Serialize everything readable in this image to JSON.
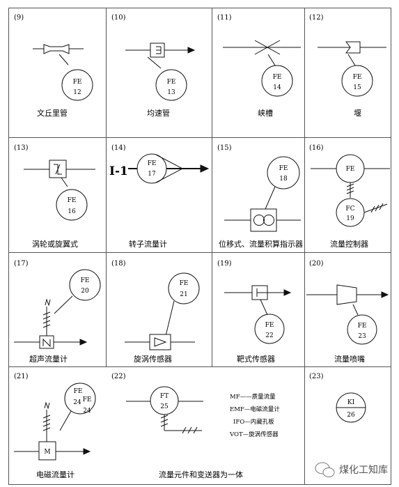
{
  "cells": [
    {
      "num": "(9)",
      "caption": "文丘里管",
      "bubble": [
        "FE",
        "12"
      ]
    },
    {
      "num": "(10)",
      "caption": "均速管",
      "bubble": [
        "FE",
        "13"
      ]
    },
    {
      "num": "(11)",
      "caption": "峡槽",
      "bubble": [
        "FE",
        "14"
      ]
    },
    {
      "num": "(12)",
      "caption": "堰",
      "bubble": [
        "FE",
        "15"
      ]
    },
    {
      "num": "(13)",
      "caption": "涡轮或旋翼式",
      "bubble": [
        "FE",
        "16"
      ]
    },
    {
      "num": "(14)",
      "caption": "转子流量计",
      "bubble": [
        "FE",
        "17"
      ],
      "mark": "I-1"
    },
    {
      "num": "(15)",
      "caption": "位移式、流量积算指示器",
      "bubble": [
        "FE",
        "18"
      ]
    },
    {
      "num": "(16)",
      "caption": "流量控制器",
      "bubble": [
        "FE"
      ],
      "bubble2": [
        "FC",
        "19"
      ]
    },
    {
      "num": "(17)",
      "caption": "超声流量计",
      "bubble": [
        "FE",
        "20"
      ]
    },
    {
      "num": "(18)",
      "caption": "旋涡传感器",
      "bubble": [
        "FE",
        "21"
      ]
    },
    {
      "num": "(19)",
      "caption": "靶式传感器",
      "bubble": [
        "FE",
        "22"
      ]
    },
    {
      "num": "(20)",
      "caption": "流量喷嘴",
      "bubble": [
        "FE",
        "23"
      ]
    },
    {
      "num": "(21)",
      "caption": "电磁流量计",
      "bubble": [
        "FE",
        "24"
      ],
      "bubble_extra": [
        "FE",
        "24"
      ],
      "box_label": "M"
    },
    {
      "num": "(22)",
      "caption": "流量元件和变送器为一体",
      "bubble": [
        "FT",
        "25"
      ],
      "legend": [
        "MF——质量流量",
        "EMF—电磁流量计",
        "IFO—内藏孔板",
        "VOT—旋涡传感器"
      ]
    },
    {
      "num": "(23)",
      "caption": "",
      "bubble": [
        "KI",
        "26"
      ]
    }
  ],
  "watermark": "煤化工知库"
}
